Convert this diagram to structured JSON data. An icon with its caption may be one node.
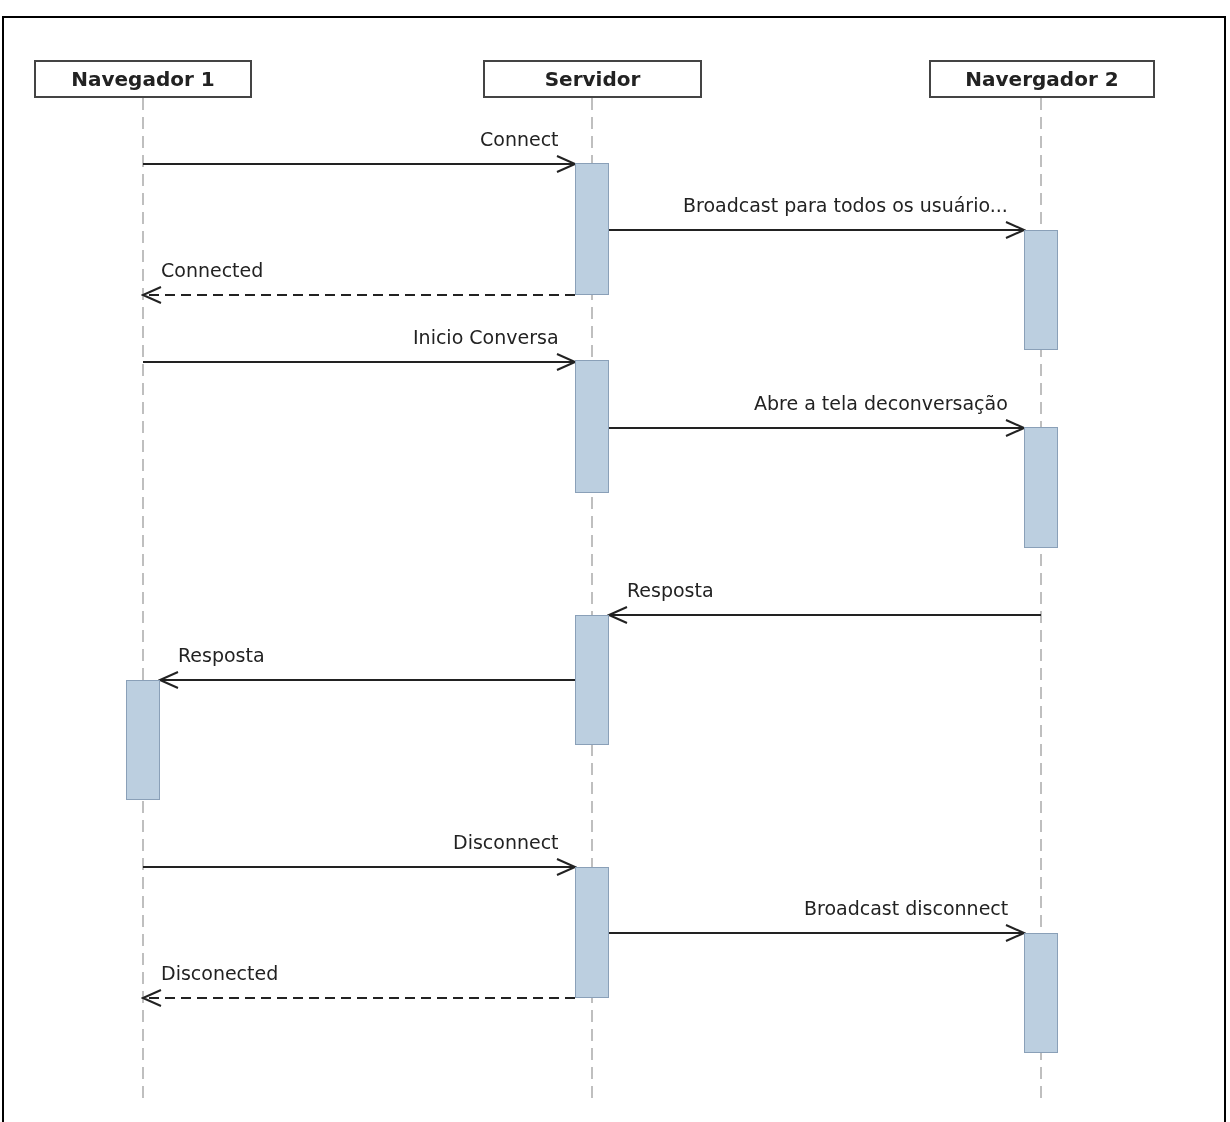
{
  "diagram": {
    "nodes": [
      {
        "text": [
          "Navegador 1"
        ]
      },
      {
        "text": [
          "Servidor"
        ]
      },
      {
        "text": [
          "Navergador 2"
        ]
      },
      {
        "text": [],
        "shape": "bar"
      },
      {
        "text": [],
        "shape": "bar"
      },
      {
        "text": [],
        "shape": "bar"
      },
      {
        "text": [],
        "shape": "bar"
      },
      {
        "text": [],
        "shape": "bar"
      },
      {
        "text": [],
        "shape": "bar"
      },
      {
        "text": [],
        "shape": "bar"
      },
      {
        "text": [],
        "shape": "bar"
      }
    ],
    "edges": [
      {
        "from": null,
        "to": 3,
        "arrow": "to",
        "label": "Connect"
      },
      {
        "from": 3,
        "to": 4,
        "arrow": "to",
        "label": "Broadcast para todos os usuário..."
      },
      {
        "from": 3,
        "to": null,
        "arrow": "to",
        "label": "Connected",
        "style": "dashed"
      },
      {
        "from": null,
        "to": 5,
        "arrow": "to",
        "label": "Inicio Conversa"
      },
      {
        "from": 5,
        "to": 6,
        "arrow": "to",
        "label": "Abre a tela deconversação"
      },
      {
        "from": null,
        "to": 7,
        "arrow": "to",
        "label": "Resposta"
      },
      {
        "from": 7,
        "to": 8,
        "arrow": "to",
        "label": "Resposta"
      },
      {
        "from": null,
        "to": 9,
        "arrow": "to",
        "label": "Disconnect"
      },
      {
        "from": 9,
        "to": 10,
        "arrow": "to",
        "label": "Broadcast disconnect"
      },
      {
        "from": 9,
        "to": null,
        "arrow": "to",
        "label": "Disconected",
        "style": "dashed"
      }
    ]
  }
}
